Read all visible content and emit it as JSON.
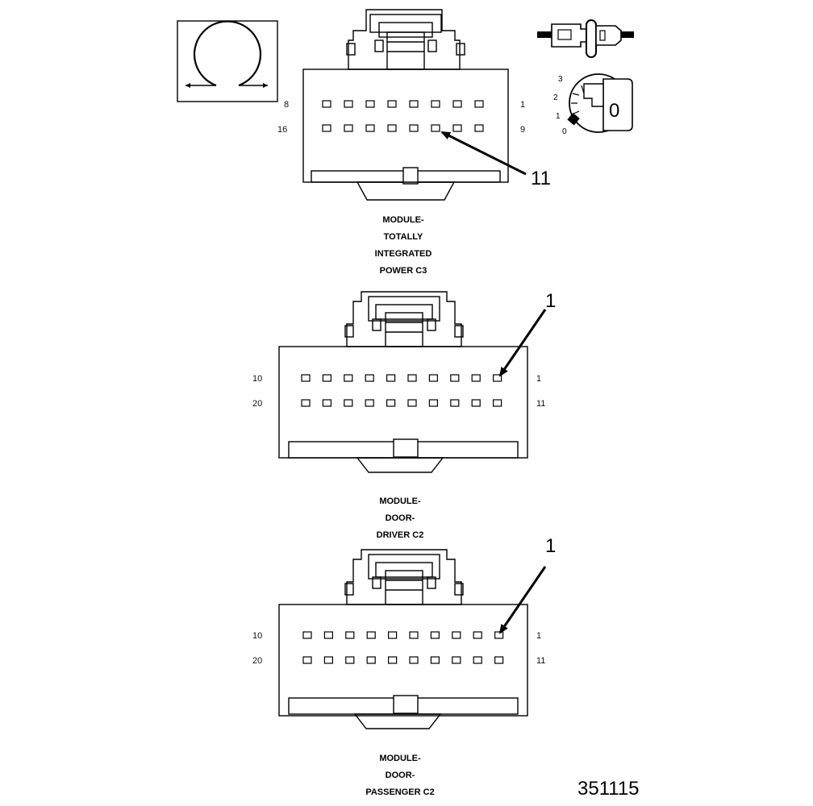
{
  "figure_number": "351115",
  "icons": {
    "ignition_switch": "ignition-switch-icon",
    "connector_plug": "connector-plug-icon",
    "ignition_key": "ignition-key-icon"
  },
  "ignition_positions": [
    "3",
    "2",
    "1",
    "0"
  ],
  "key_label": "0",
  "connectors": [
    {
      "caption_lines": [
        "MODULE-",
        "TOTALLY",
        "INTEGRATED",
        "POWER C3"
      ],
      "pins_per_row": 8,
      "row1_left_label": "8",
      "row1_right_label": "1",
      "row2_left_label": "16",
      "row2_right_label": "9",
      "callout": "11"
    },
    {
      "caption_lines": [
        "MODULE-",
        "DOOR-",
        "DRIVER C2"
      ],
      "pins_per_row": 10,
      "row1_left_label": "10",
      "row1_right_label": "1",
      "row2_left_label": "20",
      "row2_right_label": "11",
      "callout": "1"
    },
    {
      "caption_lines": [
        "MODULE-",
        "DOOR-",
        "PASSENGER C2"
      ],
      "pins_per_row": 10,
      "row1_left_label": "10",
      "row1_right_label": "1",
      "row2_left_label": "20",
      "row2_right_label": "11",
      "callout": "1"
    }
  ]
}
